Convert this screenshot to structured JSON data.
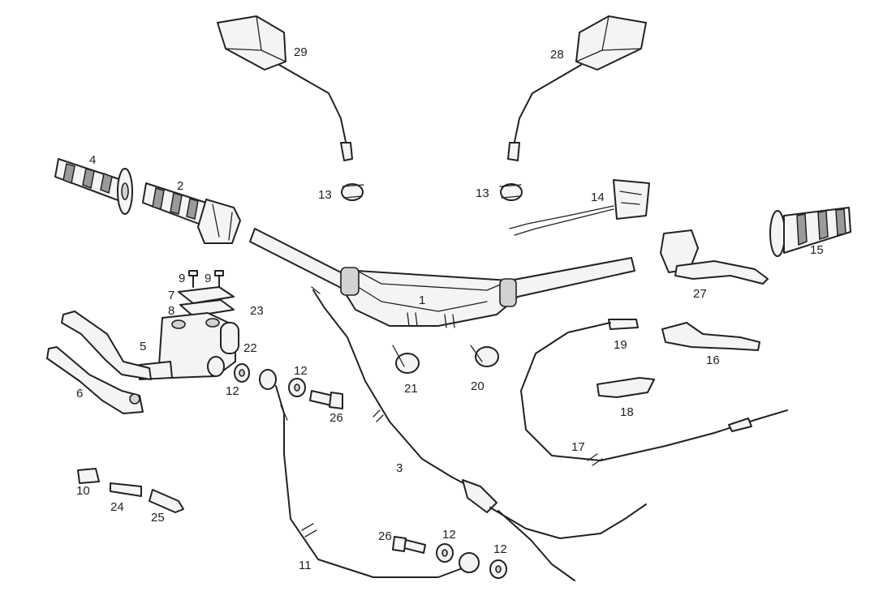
{
  "labels": {
    "p1": "1",
    "p2": "2",
    "p3": "3",
    "p4": "4",
    "p5": "5",
    "p6": "6",
    "p7": "7",
    "p8": "8",
    "p9a": "9",
    "p9b": "9",
    "p10": "10",
    "p11": "11",
    "p12a": "12",
    "p12b": "12",
    "p12c": "12",
    "p12d": "12",
    "p13a": "13",
    "p13b": "13",
    "p14": "14",
    "p15": "15",
    "p16": "16",
    "p17": "17",
    "p18": "18",
    "p19": "19",
    "p20": "20",
    "p21": "21",
    "p22": "22",
    "p23": "23",
    "p24": "24",
    "p25": "25",
    "p26a": "26",
    "p26b": "26",
    "p27": "27",
    "p28": "28",
    "p29": "29"
  }
}
